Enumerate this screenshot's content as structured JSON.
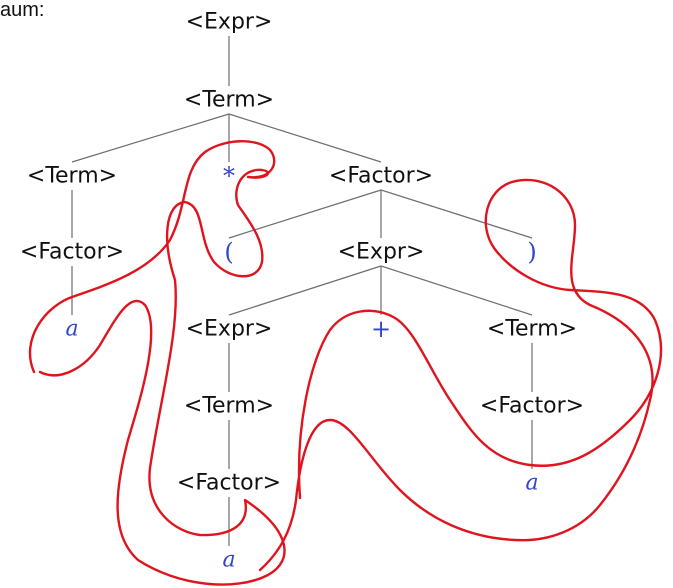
{
  "caption": "aum:",
  "colors": {
    "nonterminal": "#111111",
    "terminal": "#3344cc",
    "edge": "#6e6e6e",
    "annotation": "#e0141e"
  },
  "tree": {
    "nodes": [
      {
        "id": "n0",
        "label": "<Expr>",
        "kind": "nonterminal"
      },
      {
        "id": "n1",
        "label": "<Term>",
        "kind": "nonterminal"
      },
      {
        "id": "n2",
        "label": "<Term>",
        "kind": "nonterminal"
      },
      {
        "id": "n3",
        "label": "*",
        "kind": "terminal"
      },
      {
        "id": "n4",
        "label": "<Factor>",
        "kind": "nonterminal"
      },
      {
        "id": "n5",
        "label": "<Factor>",
        "kind": "nonterminal"
      },
      {
        "id": "n6",
        "label": "(",
        "kind": "terminal"
      },
      {
        "id": "n7",
        "label": "<Expr>",
        "kind": "nonterminal"
      },
      {
        "id": "n8",
        "label": ")",
        "kind": "terminal"
      },
      {
        "id": "n9",
        "label": "a",
        "kind": "terminal"
      },
      {
        "id": "n10",
        "label": "<Expr>",
        "kind": "nonterminal"
      },
      {
        "id": "n11",
        "label": "+",
        "kind": "terminal"
      },
      {
        "id": "n12",
        "label": "<Term>",
        "kind": "nonterminal"
      },
      {
        "id": "n13",
        "label": "<Term>",
        "kind": "nonterminal"
      },
      {
        "id": "n14",
        "label": "<Factor>",
        "kind": "nonterminal"
      },
      {
        "id": "n15",
        "label": "<Factor>",
        "kind": "nonterminal"
      },
      {
        "id": "n16",
        "label": "a",
        "kind": "terminal"
      },
      {
        "id": "n17",
        "label": "a",
        "kind": "terminal"
      }
    ],
    "edges": [
      [
        "n0",
        "n1"
      ],
      [
        "n1",
        "n2"
      ],
      [
        "n1",
        "n3"
      ],
      [
        "n1",
        "n4"
      ],
      [
        "n2",
        "n5"
      ],
      [
        "n4",
        "n6"
      ],
      [
        "n4",
        "n7"
      ],
      [
        "n4",
        "n8"
      ],
      [
        "n5",
        "n9"
      ],
      [
        "n7",
        "n10"
      ],
      [
        "n7",
        "n11"
      ],
      [
        "n7",
        "n12"
      ],
      [
        "n10",
        "n13"
      ],
      [
        "n12",
        "n14"
      ],
      [
        "n13",
        "n15"
      ],
      [
        "n14",
        "n16"
      ],
      [
        "n15",
        "n17"
      ]
    ]
  }
}
